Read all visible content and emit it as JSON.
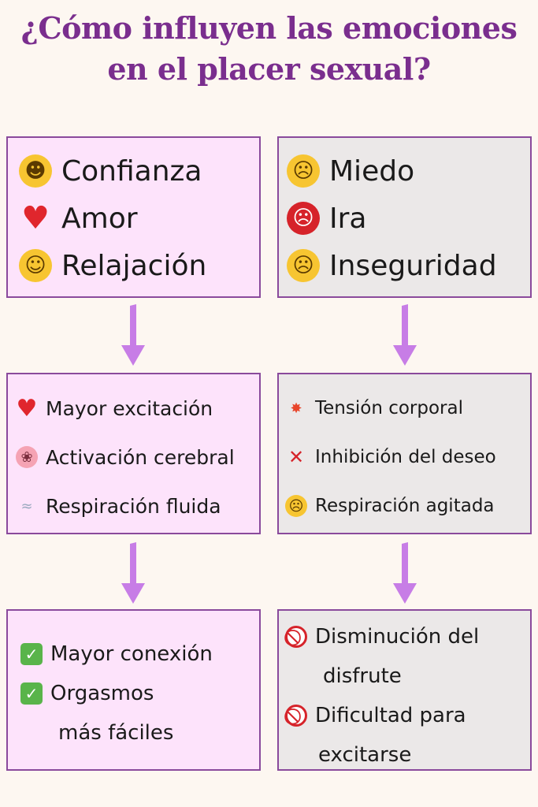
{
  "title": {
    "line1": "¿Cómo influyen las emociones",
    "line2": "en el placer sexual?"
  },
  "positive": {
    "emotions": [
      {
        "icon": "grinning-face-icon",
        "label": "Confianza"
      },
      {
        "icon": "red-heart-icon",
        "label": "Amor"
      },
      {
        "icon": "smiling-blushing-face-icon",
        "label": "Relajación"
      }
    ],
    "effects": [
      {
        "icon": "heart-with-ribbon-icon",
        "label": "Mayor excitación"
      },
      {
        "icon": "brain-icon",
        "label": "Activación cerebral"
      },
      {
        "icon": "wind-puff-icon",
        "label": "Respiración fluida"
      }
    ],
    "results": [
      {
        "icon": "check-mark-button-icon",
        "line1": "Mayor conexión",
        "line2": ""
      },
      {
        "icon": "check-mark-button-icon",
        "line1": "Orgasmos",
        "line2": "más fáciles"
      }
    ]
  },
  "negative": {
    "emotions": [
      {
        "icon": "anxious-face-with-sweat-icon",
        "label": "Miedo"
      },
      {
        "icon": "angry-face-icon",
        "label": "Ira"
      },
      {
        "icon": "worried-face-icon",
        "label": "Inseguridad"
      }
    ],
    "effects": [
      {
        "icon": "collision-icon",
        "label": "Tensión corporal"
      },
      {
        "icon": "cross-mark-icon",
        "label": "Inhibición del deseo"
      },
      {
        "icon": "face-with-steam-icon",
        "label": "Respiración agitada"
      }
    ],
    "results": [
      {
        "icon": "prohibited-icon",
        "line1": "Disminución del",
        "line2": "disfrute"
      },
      {
        "icon": "prohibited-icon",
        "line1": "Dificultad para",
        "line2": "excitarse"
      }
    ]
  },
  "colors": {
    "title": "#7a2e8e",
    "box_border": "#8a4a9c",
    "positive_fill": "#fde3fb",
    "negative_fill": "#ebe8e8",
    "arrow": "#c77de6",
    "background": "#fdf7f1"
  }
}
